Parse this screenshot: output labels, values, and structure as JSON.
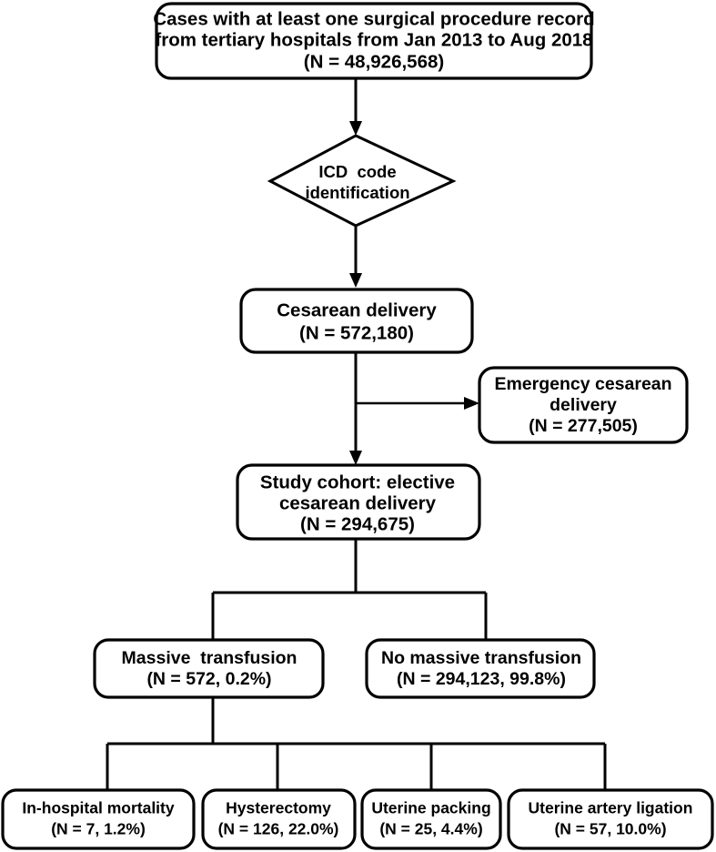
{
  "diagram": {
    "title": "Study flow diagram of elective cesarean delivery cohort",
    "type": "flowchart",
    "line_color": "#000000",
    "node_fill": "#ffffff",
    "text_color": "#000000"
  },
  "nodes": {
    "source_records": {
      "shape": "rounded-rectangle",
      "lines": [
        "Cases with at least one surgical procedure record",
        "from tertiary hospitals from Jan 2013 to Aug 2018",
        "(N = 48,926,568)"
      ],
      "count": "48,926,568"
    },
    "icd_identification": {
      "shape": "diamond",
      "lines": [
        "ICD  code",
        "identification"
      ]
    },
    "cesarean_delivery": {
      "shape": "rounded-rectangle",
      "lines": [
        "Cesarean delivery",
        "(N = 572,180)"
      ],
      "count": "572,180"
    },
    "emergency_cesarean": {
      "shape": "rounded-rectangle",
      "lines": [
        "Emergency cesarean",
        "delivery",
        "(N = 277,505)"
      ],
      "count": "277,505"
    },
    "study_cohort": {
      "shape": "rounded-rectangle",
      "lines": [
        "Study cohort: elective",
        "cesarean delivery",
        "(N = 294,675)"
      ],
      "count": "294,675"
    },
    "massive_transfusion": {
      "shape": "rounded-rectangle",
      "lines": [
        "Massive  transfusion",
        "(N = 572, 0.2%)"
      ],
      "count": "572",
      "percent": "0.2%"
    },
    "no_massive_transfusion": {
      "shape": "rounded-rectangle",
      "lines": [
        "No massive transfusion",
        "(N = 294,123, 99.8%)"
      ],
      "count": "294,123",
      "percent": "99.8%"
    },
    "in_hospital_mortality": {
      "shape": "rounded-rectangle",
      "lines": [
        "In-hospital mortality",
        "(N = 7, 1.2%)"
      ],
      "count": "7",
      "percent": "1.2%"
    },
    "hysterectomy": {
      "shape": "rounded-rectangle",
      "lines": [
        "Hysterectomy",
        "(N = 126, 22.0%)"
      ],
      "count": "126",
      "percent": "22.0%"
    },
    "uterine_packing": {
      "shape": "rounded-rectangle",
      "lines": [
        "Uterine packing",
        "(N = 25, 4.4%)"
      ],
      "count": "25",
      "percent": "4.4%"
    },
    "uterine_artery_ligation": {
      "shape": "rounded-rectangle",
      "lines": [
        "Uterine artery ligation",
        "(N = 57, 10.0%)"
      ],
      "count": "57",
      "percent": "10.0%"
    }
  },
  "chart_data": {
    "type": "flowchart",
    "title": "Study flow diagram of elective cesarean delivery cohort",
    "steps": [
      {
        "label": "Cases with at least one surgical procedure record from tertiary hospitals from Jan 2013 to Aug 2018",
        "n": 48926568
      },
      {
        "label": "ICD  code identification",
        "n": null
      },
      {
        "label": "Cesarean delivery",
        "n": 572180
      },
      {
        "label": "Emergency cesarean delivery",
        "n": 277505,
        "branch": "excluded"
      },
      {
        "label": "Study cohort: elective cesarean delivery",
        "n": 294675
      },
      {
        "label": "Massive  transfusion",
        "n": 572,
        "percent": 0.2
      },
      {
        "label": "No massive transfusion",
        "n": 294123,
        "percent": 99.8
      },
      {
        "label": "In-hospital mortality",
        "n": 7,
        "percent": 1.2
      },
      {
        "label": "Hysterectomy",
        "n": 126,
        "percent": 22.0
      },
      {
        "label": "Uterine packing",
        "n": 25,
        "percent": 4.4
      },
      {
        "label": "Uterine artery ligation",
        "n": 57,
        "percent": 10.0
      }
    ],
    "edges": [
      [
        "Cases with at least one surgical procedure record",
        "ICD  code identification"
      ],
      [
        "ICD  code identification",
        "Cesarean delivery"
      ],
      [
        "Cesarean delivery",
        "Emergency cesarean delivery"
      ],
      [
        "Cesarean delivery",
        "Study cohort: elective cesarean delivery"
      ],
      [
        "Study cohort: elective cesarean delivery",
        "Massive  transfusion"
      ],
      [
        "Study cohort: elective cesarean delivery",
        "No massive transfusion"
      ],
      [
        "Massive  transfusion",
        "In-hospital mortality"
      ],
      [
        "Massive  transfusion",
        "Hysterectomy"
      ],
      [
        "Massive  transfusion",
        "Uterine packing"
      ],
      [
        "Massive  transfusion",
        "Uterine artery ligation"
      ]
    ]
  }
}
